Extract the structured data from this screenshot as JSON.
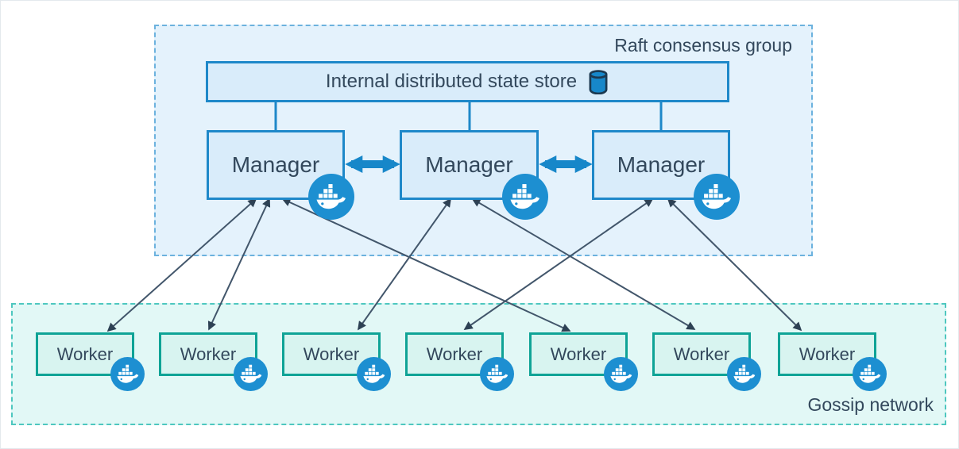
{
  "diagram": {
    "raft_group": {
      "label": "Raft consensus group"
    },
    "state_store": {
      "label": "Internal distributed state store",
      "icon": "database-cylinder-icon"
    },
    "managers": [
      {
        "label": "Manager",
        "icon": "docker-whale-icon"
      },
      {
        "label": "Manager",
        "icon": "docker-whale-icon"
      },
      {
        "label": "Manager",
        "icon": "docker-whale-icon"
      }
    ],
    "gossip_group": {
      "label": "Gossip network"
    },
    "workers": [
      {
        "label": "Worker",
        "icon": "docker-whale-icon"
      },
      {
        "label": "Worker",
        "icon": "docker-whale-icon"
      },
      {
        "label": "Worker",
        "icon": "docker-whale-icon"
      },
      {
        "label": "Worker",
        "icon": "docker-whale-icon"
      },
      {
        "label": "Worker",
        "icon": "docker-whale-icon"
      },
      {
        "label": "Worker",
        "icon": "docker-whale-icon"
      },
      {
        "label": "Worker",
        "icon": "docker-whale-icon"
      }
    ],
    "connections": {
      "store_to_managers": [
        1,
        2,
        3
      ],
      "manager_peer_links": [
        [
          1,
          2
        ],
        [
          2,
          3
        ]
      ],
      "manager_worker_links": [
        {
          "manager": 1,
          "worker": 1
        },
        {
          "manager": 1,
          "worker": 2
        },
        {
          "manager": 1,
          "worker": 5
        },
        {
          "manager": 2,
          "worker": 3
        },
        {
          "manager": 2,
          "worker": 6
        },
        {
          "manager": 3,
          "worker": 4
        },
        {
          "manager": 3,
          "worker": 7
        }
      ],
      "manager_worker_arrow_style": "double-headed thin dark arrows",
      "manager_peer_arrow_style": "double-headed thick blue arrows"
    },
    "colors": {
      "raft_fill": "#e4f2fc",
      "raft_border": "#6cb2de",
      "gossip_fill": "#e2f8f6",
      "gossip_border": "#4ec7bf",
      "blue_node_fill": "#d9ecfa",
      "blue_node_border": "#1e88c9",
      "worker_fill": "#d8f4f0",
      "worker_border": "#0fa396",
      "docker_badge_blue": "#1d8fd1",
      "text": "#33485c",
      "thin_arrow": "#42566b",
      "thick_arrow": "#1787c9"
    }
  }
}
